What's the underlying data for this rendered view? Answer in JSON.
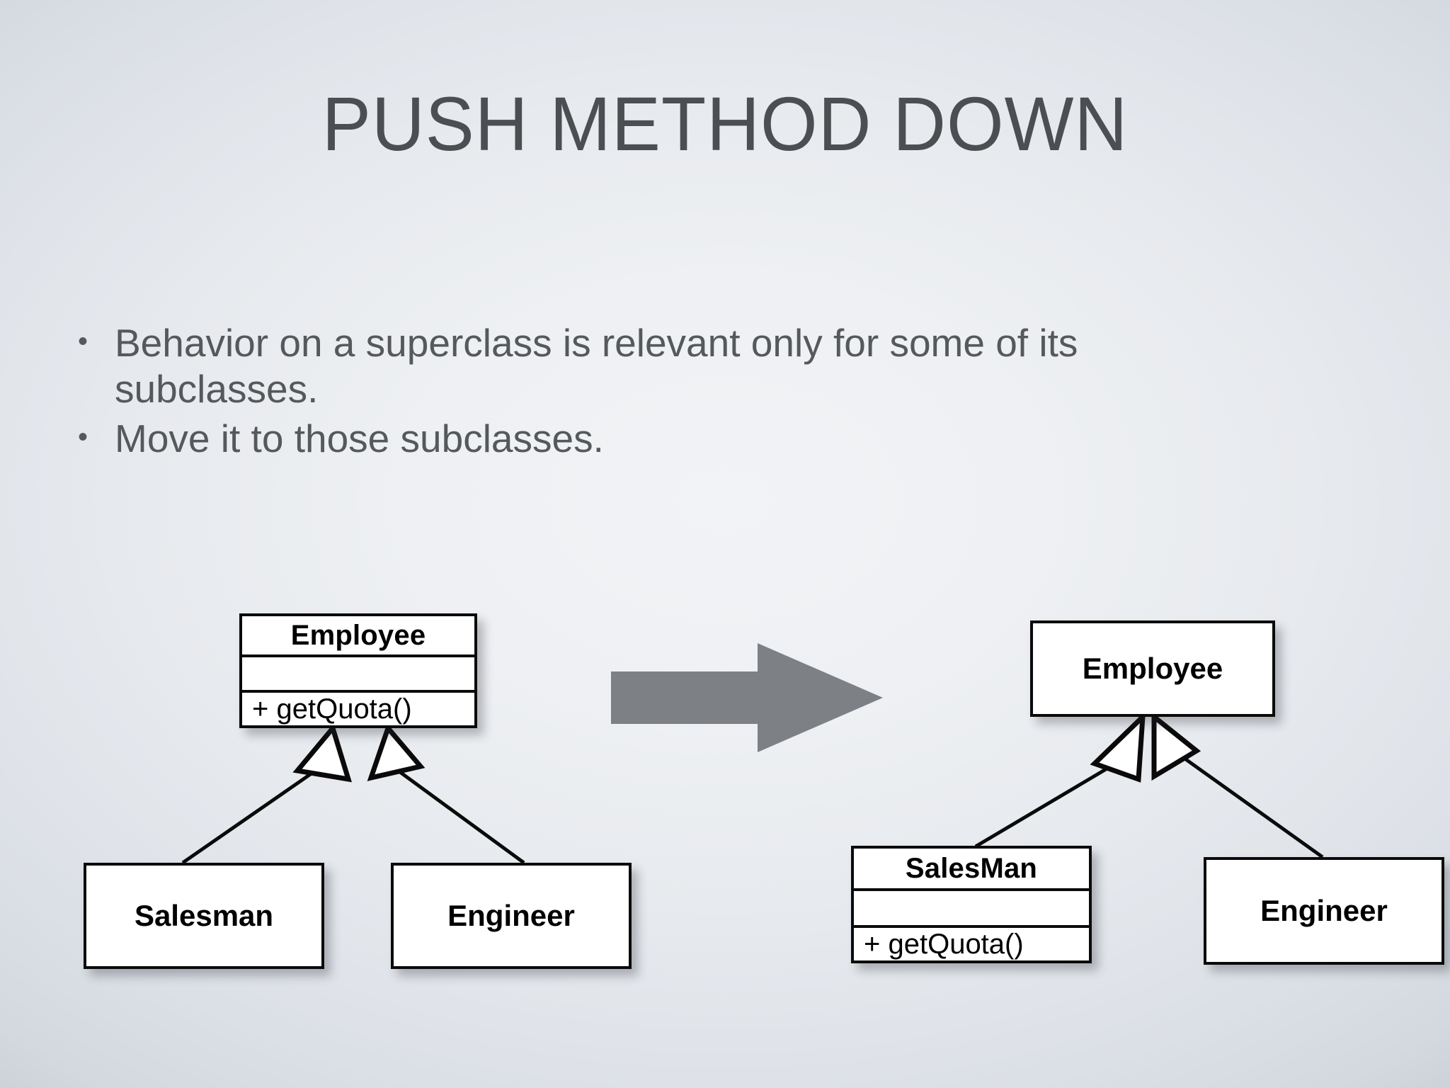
{
  "slide": {
    "title": "PUSH METHOD DOWN",
    "background_edge_color": "#ccd1d9",
    "background_center_color": "#f2f3f6",
    "title_color": "#4b4f52",
    "body_text_color": "#55595c"
  },
  "bullets": [
    {
      "marker": "•",
      "text": "Behavior on a superclass is relevant only for some of its subclasses."
    },
    {
      "marker": "•",
      "text": "Move it to those subclasses."
    }
  ],
  "diagram": {
    "arrow": {
      "name": "right-arrow",
      "color": "#7d8185",
      "direction": "right"
    },
    "before": {
      "label": "before-refactoring",
      "classes": [
        {
          "id": "employee",
          "name": "Employee",
          "attributes": [],
          "operations": [
            "+ getQuota()"
          ],
          "compartments": 3,
          "role": "superclass"
        },
        {
          "id": "salesman",
          "name": "Salesman",
          "attributes": [],
          "operations": [],
          "compartments": 1,
          "role": "subclass"
        },
        {
          "id": "engineer",
          "name": "Engineer",
          "attributes": [],
          "operations": [],
          "compartments": 1,
          "role": "subclass"
        }
      ],
      "relationships": [
        {
          "type": "generalization",
          "from": "salesman",
          "to": "employee"
        },
        {
          "type": "generalization",
          "from": "engineer",
          "to": "employee"
        }
      ]
    },
    "after": {
      "label": "after-refactoring",
      "classes": [
        {
          "id": "employee2",
          "name": "Employee",
          "attributes": [],
          "operations": [],
          "compartments": 1,
          "role": "superclass"
        },
        {
          "id": "salesman2",
          "name": "SalesMan",
          "attributes": [],
          "operations": [
            "+ getQuota()"
          ],
          "compartments": 3,
          "role": "subclass"
        },
        {
          "id": "engineer2",
          "name": "Engineer",
          "attributes": [],
          "operations": [],
          "compartments": 1,
          "role": "subclass"
        }
      ],
      "relationships": [
        {
          "type": "generalization",
          "from": "salesman2",
          "to": "employee2"
        },
        {
          "type": "generalization",
          "from": "engineer2",
          "to": "employee2"
        }
      ]
    }
  }
}
